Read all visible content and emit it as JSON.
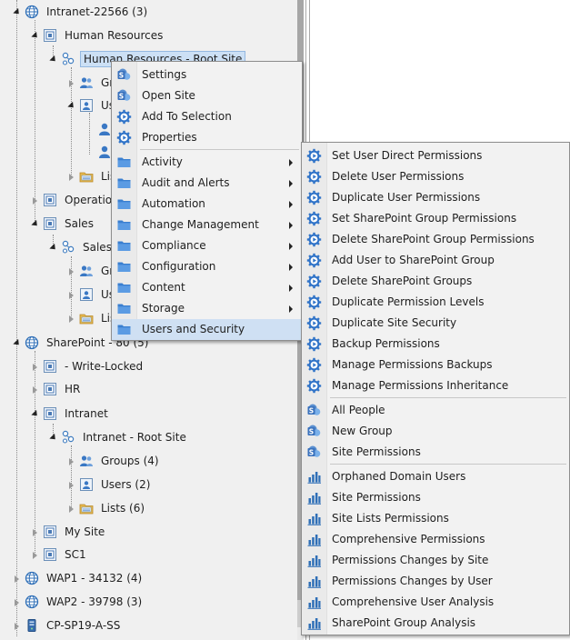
{
  "tree": {
    "items": [
      {
        "label": "Intranet-22566 (3)",
        "icon": "globe-icon"
      },
      {
        "label": "Human Resources",
        "icon": "site-collection-icon"
      },
      {
        "label": "Human Resources - Root Site",
        "icon": "site-icon",
        "selected": true
      },
      {
        "label": "Gro",
        "icon": "groups-icon"
      },
      {
        "label": "Us",
        "icon": "users-icon"
      },
      {
        "label": "",
        "icon": "user-icon"
      },
      {
        "label": "",
        "icon": "user-icon"
      },
      {
        "label": "Lis",
        "icon": "lists-folder-icon"
      },
      {
        "label": "Operation",
        "icon": "site-collection-icon"
      },
      {
        "label": "Sales",
        "icon": "site-collection-icon"
      },
      {
        "label": "Sales -",
        "icon": "site-icon"
      },
      {
        "label": "Gr",
        "icon": "groups-icon"
      },
      {
        "label": "Us",
        "icon": "users-icon"
      },
      {
        "label": "Lis",
        "icon": "lists-folder-icon"
      },
      {
        "label": "SharePoint - 80 (5)",
        "icon": "globe-icon"
      },
      {
        "label": "- Write-Locked",
        "icon": "site-collection-icon"
      },
      {
        "label": "HR",
        "icon": "site-collection-icon"
      },
      {
        "label": "Intranet",
        "icon": "site-collection-icon"
      },
      {
        "label": "Intranet - Root Site",
        "icon": "site-icon"
      },
      {
        "label": "Groups (4)",
        "icon": "groups-icon"
      },
      {
        "label": "Users (2)",
        "icon": "users-icon"
      },
      {
        "label": "Lists (6)",
        "icon": "lists-folder-icon"
      },
      {
        "label": "My Site",
        "icon": "site-collection-icon"
      },
      {
        "label": "SC1",
        "icon": "site-collection-icon"
      },
      {
        "label": "WAP1 - 34132 (4)",
        "icon": "globe-icon"
      },
      {
        "label": "WAP2 - 39798 (3)",
        "icon": "globe-icon"
      },
      {
        "label": "CP-SP19-A-SS",
        "icon": "server-icon"
      }
    ]
  },
  "context_menu": {
    "items": [
      {
        "label": "Settings",
        "icon": "sharepoint-icon"
      },
      {
        "label": "Open Site",
        "icon": "sharepoint-icon"
      },
      {
        "label": "Add To Selection",
        "icon": "gear-play-icon"
      },
      {
        "label": "Properties",
        "icon": "gear-play-icon"
      },
      {
        "label": "Activity",
        "icon": "folder-icon",
        "submenu": true
      },
      {
        "label": "Audit and Alerts",
        "icon": "folder-icon",
        "submenu": true
      },
      {
        "label": "Automation",
        "icon": "folder-icon",
        "submenu": true
      },
      {
        "label": "Change Management",
        "icon": "folder-icon",
        "submenu": true
      },
      {
        "label": "Compliance",
        "icon": "folder-icon",
        "submenu": true
      },
      {
        "label": "Configuration",
        "icon": "folder-icon",
        "submenu": true
      },
      {
        "label": "Content",
        "icon": "folder-icon",
        "submenu": true
      },
      {
        "label": "Storage",
        "icon": "folder-icon",
        "submenu": true
      },
      {
        "label": "Users and Security",
        "icon": "folder-icon",
        "submenu": false,
        "highlighted": true
      }
    ]
  },
  "submenu": {
    "items": [
      {
        "label": "Set User Direct Permissions",
        "icon": "gear-play-icon"
      },
      {
        "label": "Delete User Permissions",
        "icon": "gear-play-icon"
      },
      {
        "label": "Duplicate User Permissions",
        "icon": "gear-play-icon"
      },
      {
        "label": "Set SharePoint Group Permissions",
        "icon": "gear-play-icon"
      },
      {
        "label": "Delete SharePoint Group Permissions",
        "icon": "gear-play-icon"
      },
      {
        "label": "Add User to SharePoint Group",
        "icon": "gear-play-icon"
      },
      {
        "label": "Delete SharePoint Groups",
        "icon": "gear-play-icon"
      },
      {
        "label": "Duplicate Permission Levels",
        "icon": "gear-play-icon"
      },
      {
        "label": "Duplicate Site Security",
        "icon": "gear-play-icon"
      },
      {
        "label": "Backup Permissions",
        "icon": "gear-play-icon"
      },
      {
        "label": "Manage Permissions Backups",
        "icon": "gear-play-icon"
      },
      {
        "label": "Manage Permissions Inheritance",
        "icon": "gear-play-icon"
      },
      {
        "label": "All People",
        "icon": "sharepoint-icon"
      },
      {
        "label": "New Group",
        "icon": "sharepoint-icon"
      },
      {
        "label": "Site Permissions",
        "icon": "sharepoint-icon"
      },
      {
        "label": "Orphaned Domain Users",
        "icon": "report-chart-icon"
      },
      {
        "label": "Site Permissions",
        "icon": "report-chart-icon"
      },
      {
        "label": "Site Lists Permissions",
        "icon": "report-chart-icon"
      },
      {
        "label": "Comprehensive Permissions",
        "icon": "report-chart-icon"
      },
      {
        "label": "Permissions Changes by Site",
        "icon": "report-chart-icon"
      },
      {
        "label": "Permissions Changes by User",
        "icon": "report-chart-icon"
      },
      {
        "label": "Comprehensive User Analysis",
        "icon": "report-chart-icon"
      },
      {
        "label": "SharePoint Group Analysis",
        "icon": "report-chart-icon"
      }
    ]
  }
}
